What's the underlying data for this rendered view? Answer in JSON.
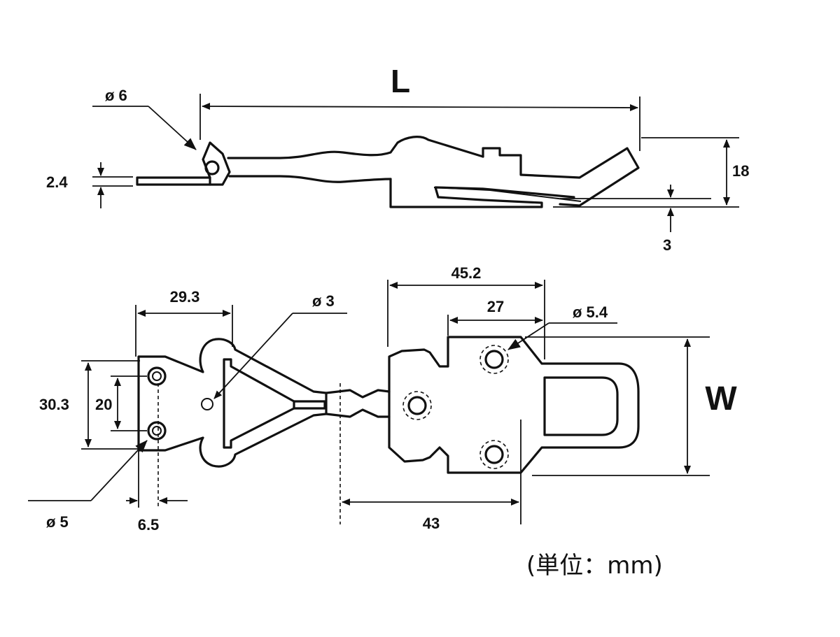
{
  "labels": {
    "L": "L",
    "phi6": "ø 6",
    "dim_2_4": "2.4",
    "dim_18": "18",
    "dim_3": "3",
    "dim_29_3": "29.3",
    "phi3": "ø 3",
    "dim_45_2": "45.2",
    "dim_27": "27",
    "phi5_4": "ø 5.4",
    "W": "W",
    "dim_30_3": "30.3",
    "dim_20": "20",
    "phi5": "ø 5",
    "dim_6_5": "6.5",
    "dim_43": "43",
    "unit_note": "(単位：mm)"
  }
}
